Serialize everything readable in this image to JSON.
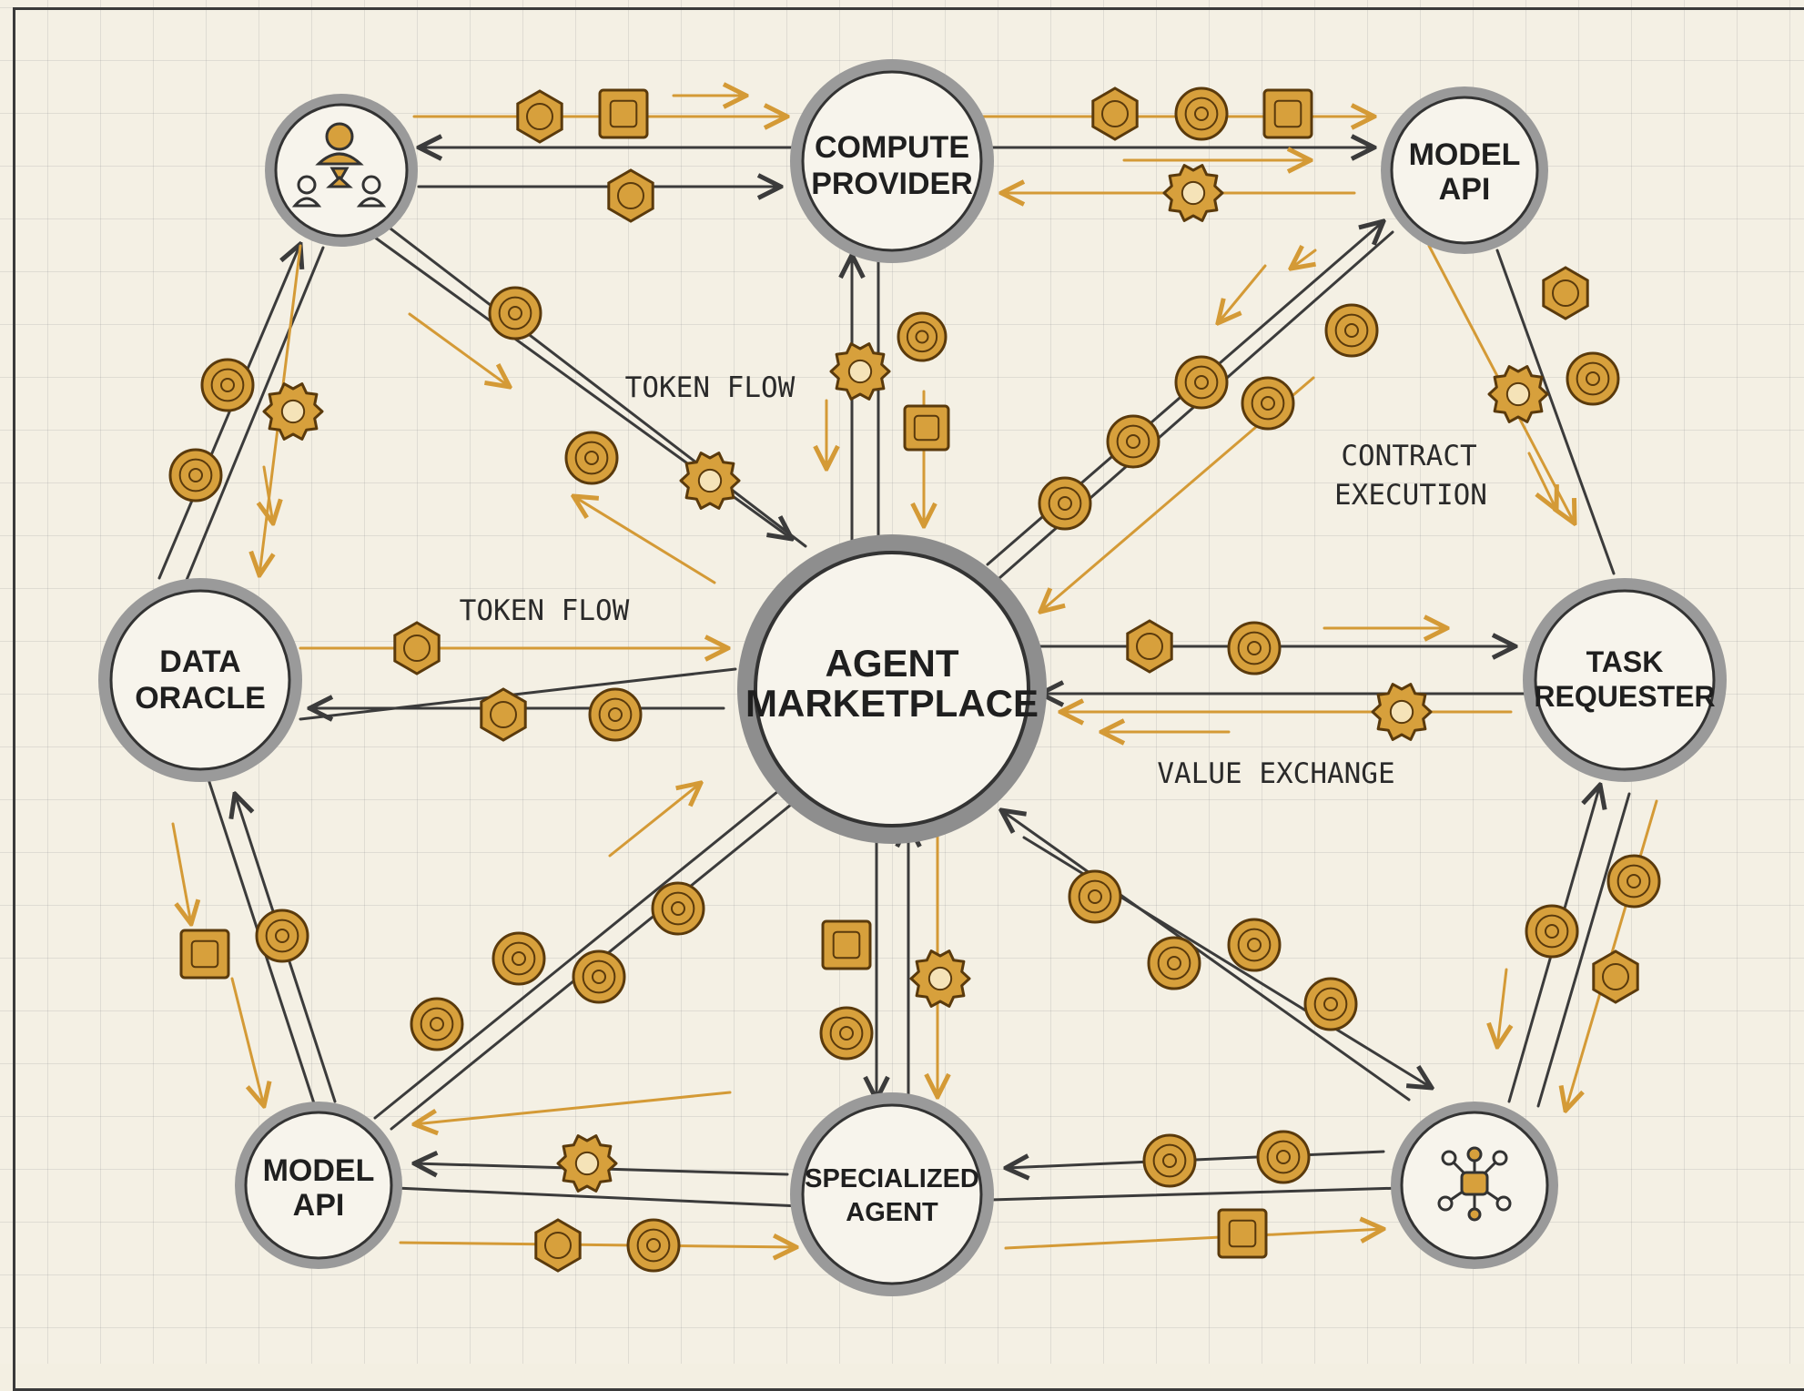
{
  "nodes": {
    "compute_provider": [
      "COMPUTE",
      "PROVIDER"
    ],
    "model_api_top": [
      "MODEL",
      "API"
    ],
    "data_oracle": [
      "DATA",
      "ORACLE"
    ],
    "agent_marketplace": [
      "AGENT",
      "MARKETPLACE"
    ],
    "task_requester": [
      "TASK",
      "REQUESTER"
    ],
    "model_api_bottom": [
      "MODEL",
      "API"
    ],
    "specialized_agent": [
      "SPECIALIZED",
      "AGENT"
    ],
    "users_node_icon": "users-hierarchy-icon",
    "network_node_icon": "agent-network-icon"
  },
  "flow_labels": {
    "token_flow_upper": "TOKEN FLOW",
    "token_flow_left": "TOKEN FLOW",
    "contract_execution": [
      "CONTRACT",
      "EXECUTION"
    ],
    "value_exchange": "VALUE EXCHANGE"
  },
  "colors": {
    "background": "#f4f0e4",
    "line": "#3b3b3b",
    "accent_line": "#d49a36",
    "token_fill": "#d7a03c",
    "token_stroke": "#5a3a0c",
    "node_ring": "#8e8e8e"
  },
  "token_icons": [
    "hexagon-token-icon",
    "square-token-icon",
    "coin-token-icon",
    "gear-token-icon"
  ]
}
